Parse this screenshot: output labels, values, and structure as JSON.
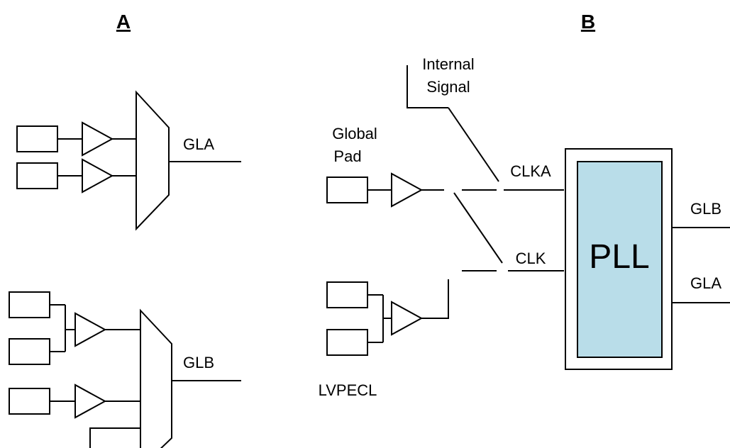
{
  "headers": {
    "a": "A",
    "b": "B"
  },
  "panel_a": {
    "top_output": "GLA",
    "bottom_output": "GLB"
  },
  "panel_b": {
    "internal_signal": [
      "Internal",
      "Signal"
    ],
    "global_pad": [
      "Global",
      "Pad"
    ],
    "lvpecl": "LVPECL",
    "clka": "CLKA",
    "clk": "CLK",
    "pll": "PLL",
    "out_glb": "GLB",
    "out_gla": "GLA"
  },
  "colors": {
    "pll_fill": "#b9dde9",
    "line": "#000000"
  }
}
